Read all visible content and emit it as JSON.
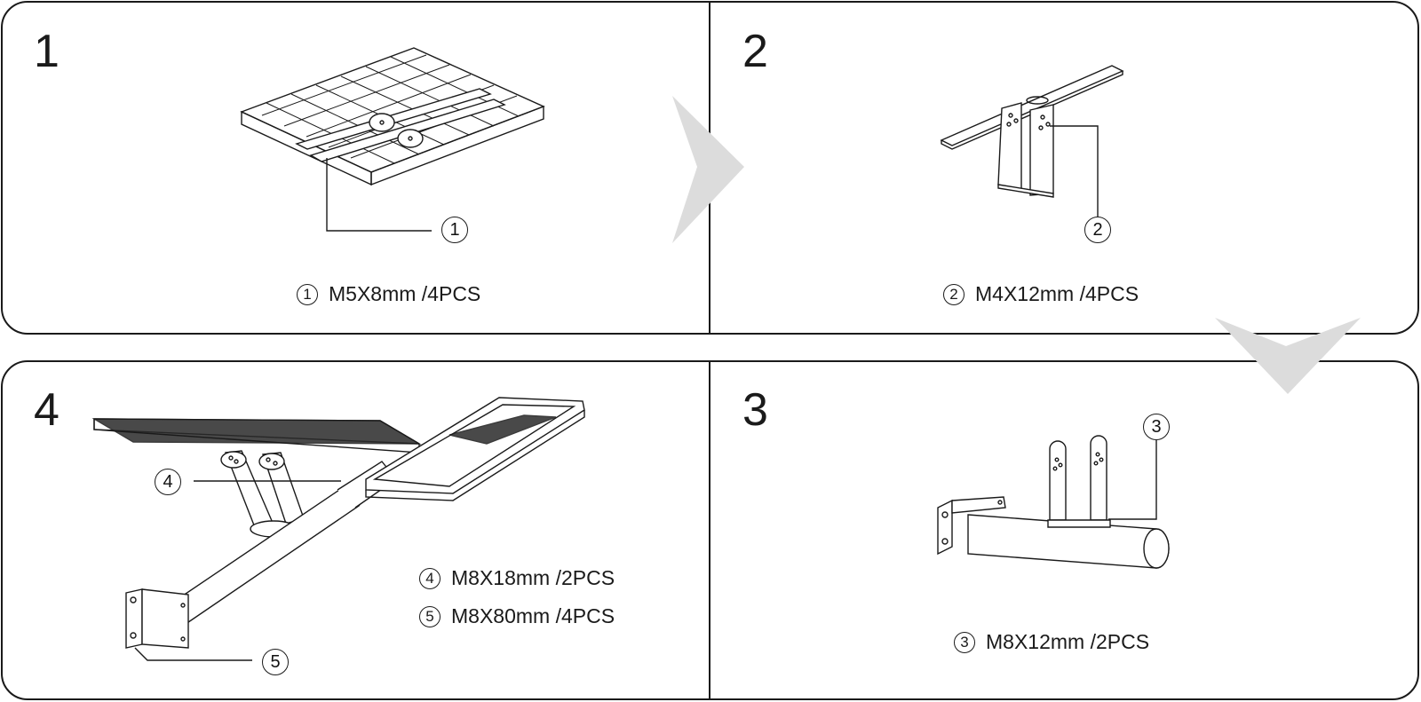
{
  "steps": [
    {
      "number": "1",
      "callout": "1",
      "spec": "M5X8mm  /4PCS"
    },
    {
      "number": "2",
      "callout": "2",
      "spec": "M4X12mm  /4PCS"
    },
    {
      "number": "3",
      "callout": "3",
      "spec": "M8X12mm  /2PCS"
    },
    {
      "number": "4",
      "callouts": [
        "4",
        "5"
      ],
      "specs": [
        {
          "badge": "4",
          "text": "M8X18mm  /2PCS"
        },
        {
          "badge": "5",
          "text": "M8X80mm  /4PCS"
        }
      ]
    }
  ],
  "colors": {
    "line": "#1a1a1a",
    "arrow": "#dcdcdc"
  },
  "icons": [
    "arrow-right-icon",
    "arrow-down-icon"
  ]
}
